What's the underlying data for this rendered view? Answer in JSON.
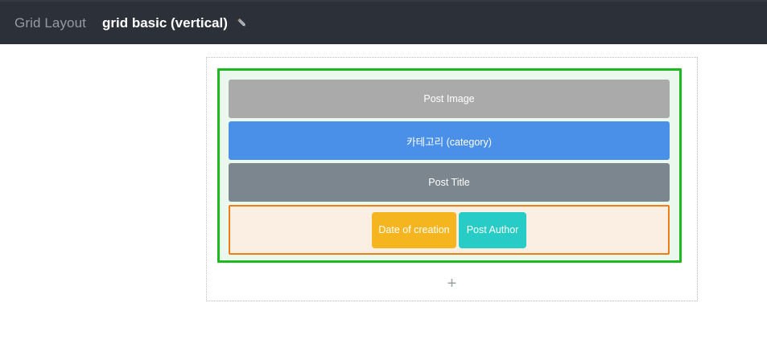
{
  "header": {
    "breadcrumb": "Grid Layout",
    "title": "grid basic (vertical)",
    "edit_icon": "pencil-icon",
    "background_color": "#2b3039",
    "breadcrumb_color": "#959ba4",
    "title_color": "#ffffff"
  },
  "canvas": {
    "background_color": "#ffffff",
    "container": {
      "border_style": "dotted",
      "border_color": "#b9bcc0"
    }
  },
  "row": {
    "border_color": "#1eb91e",
    "background_color": "#eaf8ee",
    "cells": [
      {
        "label": "Post Image",
        "color": "#aaaaaa",
        "text_color": "#ffffff"
      },
      {
        "label": "카테고리 (category)",
        "color": "#4a90e8",
        "text_color": "#ffffff"
      },
      {
        "label": "Post Title",
        "color": "#7c868f",
        "text_color": "#ffffff"
      }
    ],
    "meta_group": {
      "border_color": "#f07c14",
      "background_color": "#fbeee3",
      "chips": [
        {
          "label": "Date of creation",
          "color": "#f5b51f",
          "text_color": "#ffffff"
        },
        {
          "label": "Post Author",
          "color": "#28ccc6",
          "text_color": "#ffffff"
        }
      ]
    }
  },
  "add_row": {
    "icon": "plus-icon",
    "glyph": "+",
    "color": "#9ba0a6"
  },
  "left_rail": {
    "color": "#2b3039",
    "highlight_color": "#8dc6f7"
  }
}
